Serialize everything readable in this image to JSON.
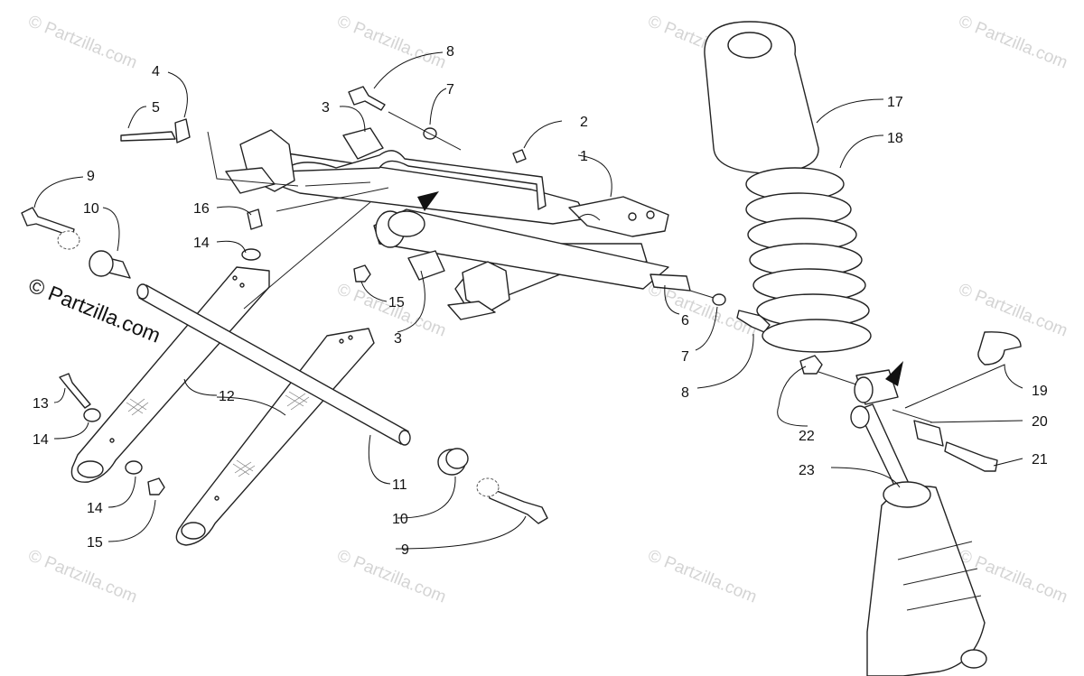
{
  "watermark": {
    "text": "© Partzilla.com"
  },
  "callouts": [
    {
      "label": "1"
    },
    {
      "label": "2"
    },
    {
      "label": "3"
    },
    {
      "label": "3"
    },
    {
      "label": "4"
    },
    {
      "label": "5"
    },
    {
      "label": "6"
    },
    {
      "label": "7"
    },
    {
      "label": "7"
    },
    {
      "label": "8"
    },
    {
      "label": "8"
    },
    {
      "label": "9"
    },
    {
      "label": "9"
    },
    {
      "label": "10"
    },
    {
      "label": "10"
    },
    {
      "label": "11"
    },
    {
      "label": "12"
    },
    {
      "label": "13"
    },
    {
      "label": "14"
    },
    {
      "label": "14"
    },
    {
      "label": "14"
    },
    {
      "label": "15"
    },
    {
      "label": "15"
    },
    {
      "label": "16"
    },
    {
      "label": "17"
    },
    {
      "label": "18"
    },
    {
      "label": "19"
    },
    {
      "label": "20"
    },
    {
      "label": "21"
    },
    {
      "label": "22"
    },
    {
      "label": "23"
    }
  ]
}
